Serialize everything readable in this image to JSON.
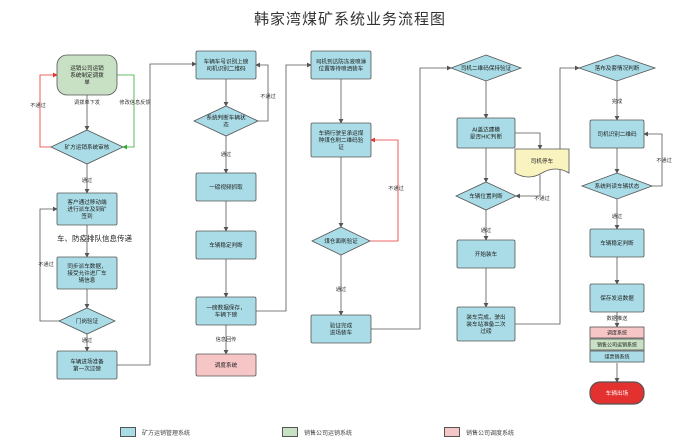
{
  "title": "韩家湾煤矿系统业务流程图",
  "colors": {
    "blue": "#a9dce6",
    "green": "#c8e0c3",
    "pink": "#f6c5c6",
    "red": "#e3312f",
    "yellow": "#f9f3c0",
    "stroke": "#555555"
  },
  "nodes": {
    "c1_start": [
      "运销公司运销",
      "系统制定调拨",
      "单"
    ],
    "c1_audit": [
      "矿方运销系统审核"
    ],
    "c1_vehicle": [
      "客户通过移动端",
      "进行派车及到矿",
      "签到"
    ],
    "c1_sync": [
      "同步派车数据，",
      "接受允许进厂车",
      "辆信息"
    ],
    "c1_gate": [
      "门岗验证"
    ],
    "c1_weigh": [
      "车辆进场准备",
      "第一次过磅"
    ],
    "c2_scan": [
      "车辆车号识别上磅",
      "司机识别二维码"
    ],
    "c2_judge": [
      "系统判断车辆状",
      "态"
    ],
    "c2_data": [
      "一磅视频抓取"
    ],
    "c2_stable": [
      "车辆稳定判断"
    ],
    "c2_save": [
      "一磅数据保存，",
      "车辆下磅"
    ],
    "c2_dispatch": [
      "调度系统"
    ],
    "c3_arrive": [
      "司机到达防冻液喷淋",
      "位置等待喷洒装车"
    ],
    "c3_lineup": [
      "车辆行驶至承运煤",
      "种煤仓刷二维码验",
      "证"
    ],
    "c3_verify": [
      "煤仓面刷验证"
    ],
    "c3_done": [
      "验证完成",
      "进场装车"
    ],
    "c4_qr": [
      "司机二维码保持验证"
    ],
    "c4_ai": [
      "AI盖达建模",
      "是否HIC判断"
    ],
    "c4_check": [
      "车辆位置判断"
    ],
    "c4_open": [
      "开始装车"
    ],
    "c4_finish": [
      "装车完成，驶出",
      "装车站准备二次",
      "过磅"
    ],
    "c4_doc": [
      "司机停车"
    ],
    "c5_info": [
      "落布及套情况判断"
    ],
    "c5_scan": [
      "司机识别二维码"
    ],
    "c5_status": [
      "系统判读车辆状态"
    ],
    "c5_stable": [
      "车辆稳定判断"
    ],
    "c5_save": [
      "保存发运数据"
    ],
    "c5_end": [
      "车辆出场"
    ],
    "c5_stack": [
      "调度系统",
      "销售公司运销系统",
      "煤票销系统"
    ]
  },
  "labels": {
    "notpass": "不通过",
    "pass": "通过",
    "dispatch": "调拨单下发",
    "feedback": "修改信息反馈",
    "notice": "车、防疫排队信息传递",
    "sysinfo": "信息回传",
    "complete": "完成",
    "datasend": "数据推送"
  },
  "legend": [
    {
      "label": "矿方运销管理系统",
      "color": "#a9dce6"
    },
    {
      "label": "销售公司运销系统",
      "color": "#c8e0c3"
    },
    {
      "label": "销售公司调度系统",
      "color": "#f6c5c6"
    }
  ]
}
